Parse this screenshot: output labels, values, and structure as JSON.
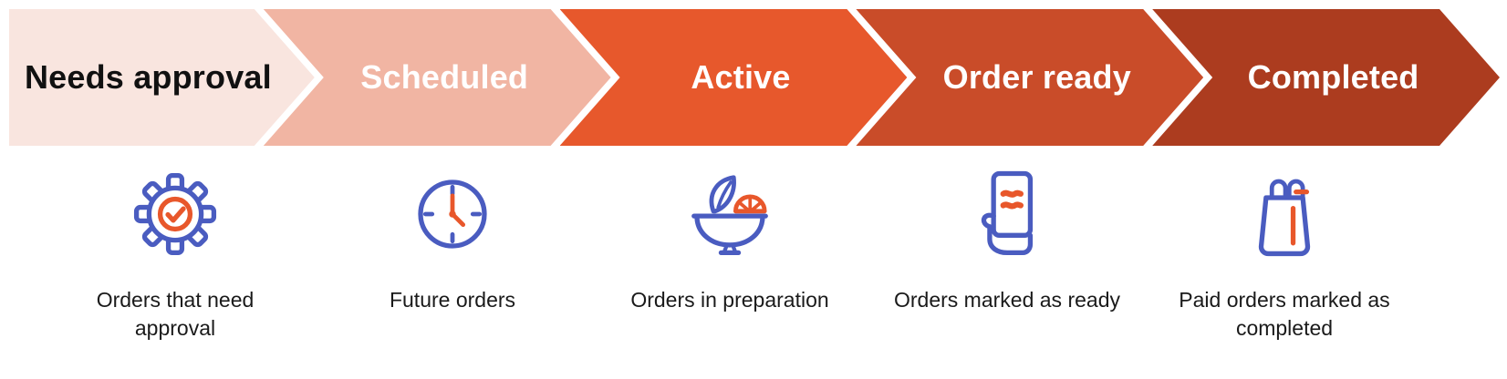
{
  "stages": [
    {
      "label": "Needs approval",
      "caption": "Orders that need approval",
      "bg": "#f9e5df",
      "text_color": "#111111",
      "icon": "gear-check-icon"
    },
    {
      "label": "Scheduled",
      "caption": "Future orders",
      "bg": "#f1b5a3",
      "text_color": "#ffffff",
      "icon": "clock-icon"
    },
    {
      "label": "Active",
      "caption": "Orders in preparation",
      "bg": "#e7582c",
      "text_color": "#ffffff",
      "icon": "salad-bowl-icon"
    },
    {
      "label": "Order ready",
      "caption": "Orders marked as ready",
      "bg": "#c94c29",
      "text_color": "#ffffff",
      "icon": "phone-in-hand-icon"
    },
    {
      "label": "Completed",
      "caption": "Paid orders marked as completed",
      "bg": "#ac3c1f",
      "text_color": "#ffffff",
      "icon": "shopping-bag-icon"
    }
  ],
  "colors": {
    "icon_blue": "#4a5cc0",
    "icon_orange": "#e8572b",
    "caption_text": "#1a1a1a",
    "background": "#ffffff",
    "separator": "#ffffff"
  }
}
